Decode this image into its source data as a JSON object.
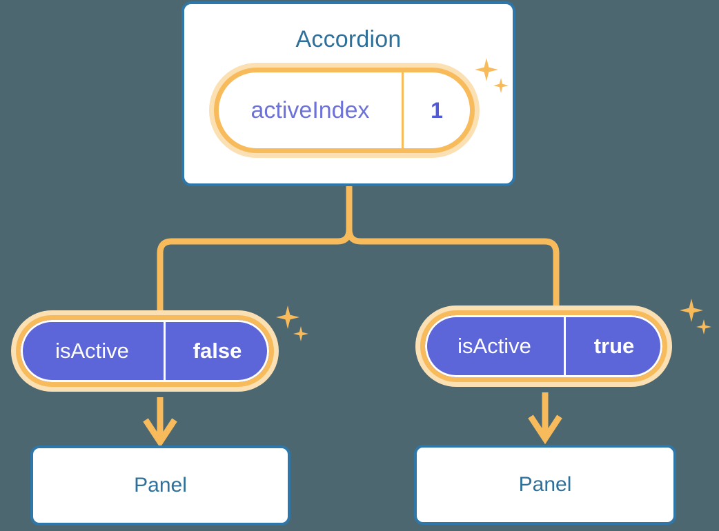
{
  "theme": {
    "background": "#4d6770",
    "card_border": "#2e77a8",
    "title_text": "#2e7099",
    "pill_border": "#f8bb5c",
    "pill_glow": "#fbe0b4",
    "pill_fill": "#5d66d8",
    "key_text": "#6c72d8",
    "value_text": "#5159d4",
    "connector": "#f8bb5c",
    "sparkle": "#f8bb5c"
  },
  "diagram": {
    "type": "component-tree",
    "root": {
      "name": "accordion-card",
      "title": "Accordion",
      "state": {
        "key": "activeIndex",
        "value": "1"
      }
    },
    "branches": [
      {
        "name": "branch-left",
        "state": {
          "key": "isActive",
          "value": "false"
        },
        "child": {
          "title": "Panel"
        }
      },
      {
        "name": "branch-right",
        "state": {
          "key": "isActive",
          "value": "true"
        },
        "child": {
          "title": "Panel"
        }
      }
    ]
  },
  "icons": {
    "sparkle_big": "sparkle-icon",
    "sparkle_small": "sparkle-small-icon",
    "arrow_down": "arrow-down-icon"
  }
}
